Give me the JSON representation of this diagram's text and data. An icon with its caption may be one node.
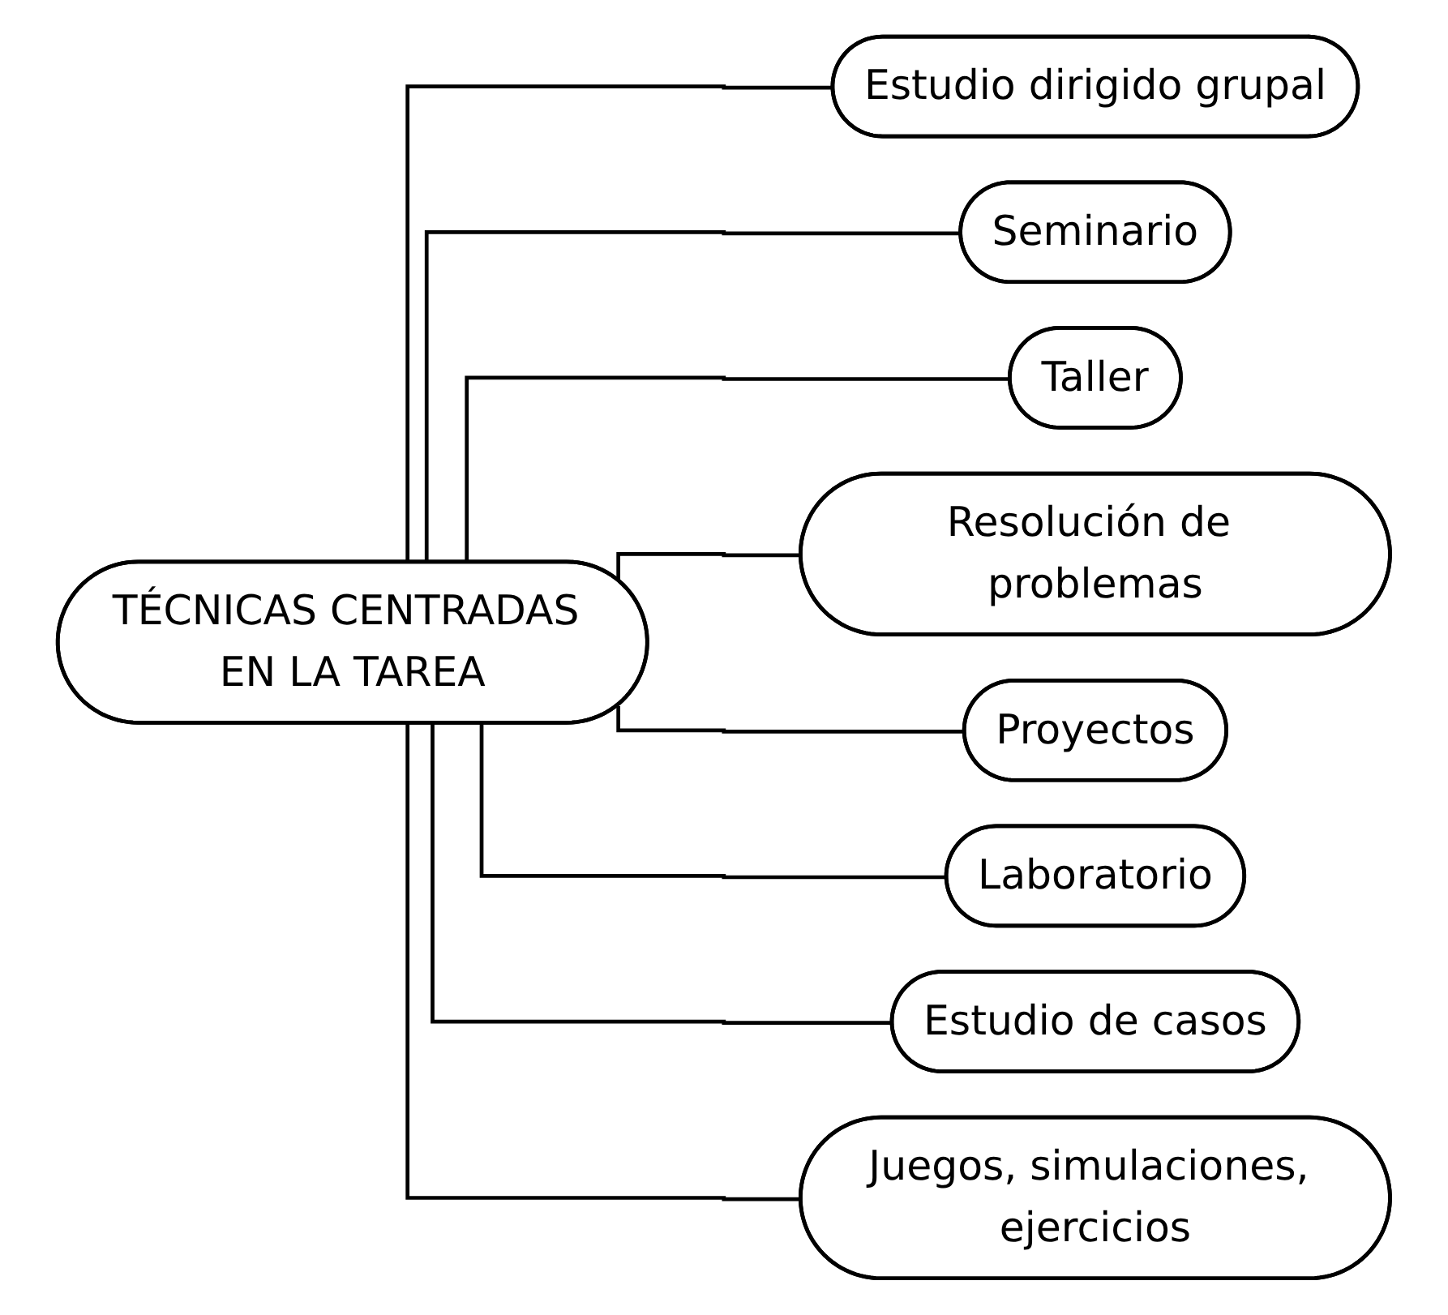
{
  "diagram": {
    "nodes": [
      {
        "text": [
          "TÉCNICAS CENTRADAS EN LA TAREA"
        ]
      },
      {
        "text": [
          "Estudio dirigido grupal"
        ]
      },
      {
        "text": [
          "Seminario"
        ]
      },
      {
        "text": [
          "Taller"
        ]
      },
      {
        "text": [
          "Resolución de problemas"
        ]
      },
      {
        "text": [
          "Proyectos"
        ]
      },
      {
        "text": [
          "Laboratorio"
        ]
      },
      {
        "text": [
          "Estudio de casos"
        ]
      },
      {
        "text": [
          "Juegos, simulaciones, ejercicios"
        ]
      }
    ],
    "edges": [
      {
        "from": 0,
        "to": 1,
        "arrow": "none"
      },
      {
        "from": 0,
        "to": 2,
        "arrow": "none"
      },
      {
        "from": 0,
        "to": 3,
        "arrow": "none"
      },
      {
        "from": 0,
        "to": 4,
        "arrow": "none"
      },
      {
        "from": 0,
        "to": 5,
        "arrow": "none"
      },
      {
        "from": 0,
        "to": 6,
        "arrow": "none"
      },
      {
        "from": 0,
        "to": 7,
        "arrow": "none"
      },
      {
        "from": 0,
        "to": 8,
        "arrow": "none"
      }
    ]
  }
}
